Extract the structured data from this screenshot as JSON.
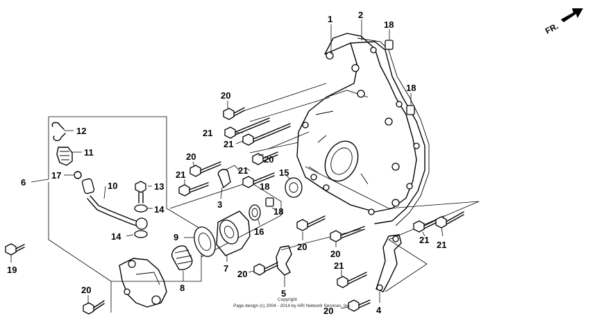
{
  "orientation_mark": "FR.",
  "copyright": {
    "line1": "Copyright",
    "line2": "Page design (c) 2004 - 2014 by ARI Network Services, Inc."
  },
  "callouts": [
    {
      "id": "c1",
      "text": "1"
    },
    {
      "id": "c2",
      "text": "2"
    },
    {
      "id": "c3",
      "text": "3"
    },
    {
      "id": "c4",
      "text": "4"
    },
    {
      "id": "c5",
      "text": "5"
    },
    {
      "id": "c6",
      "text": "6"
    },
    {
      "id": "c7",
      "text": "7"
    },
    {
      "id": "c8",
      "text": "8"
    },
    {
      "id": "c9",
      "text": "9"
    },
    {
      "id": "c10",
      "text": "10"
    },
    {
      "id": "c11",
      "text": "11"
    },
    {
      "id": "c12",
      "text": "12"
    },
    {
      "id": "c13",
      "text": "13"
    },
    {
      "id": "c14a",
      "text": "14"
    },
    {
      "id": "c14b",
      "text": "14"
    },
    {
      "id": "c15",
      "text": "15"
    },
    {
      "id": "c16",
      "text": "16"
    },
    {
      "id": "c17",
      "text": "17"
    },
    {
      "id": "c18a",
      "text": "18"
    },
    {
      "id": "c18b",
      "text": "18"
    },
    {
      "id": "c18c",
      "text": "18"
    },
    {
      "id": "c18d",
      "text": "18"
    },
    {
      "id": "c19",
      "text": "19"
    },
    {
      "id": "c20a",
      "text": "20"
    },
    {
      "id": "c20b",
      "text": "20"
    },
    {
      "id": "c20c",
      "text": "20"
    },
    {
      "id": "c20d",
      "text": "20"
    },
    {
      "id": "c20e",
      "text": "20"
    },
    {
      "id": "c20f",
      "text": "20"
    },
    {
      "id": "c20g",
      "text": "20"
    },
    {
      "id": "c20h",
      "text": "20"
    },
    {
      "id": "c21a",
      "text": "21"
    },
    {
      "id": "c21b",
      "text": "21"
    },
    {
      "id": "c21c",
      "text": "21"
    },
    {
      "id": "c21d",
      "text": "21"
    },
    {
      "id": "c21e",
      "text": "21"
    },
    {
      "id": "c21f",
      "text": "21"
    },
    {
      "id": "c21g",
      "text": "21"
    }
  ]
}
